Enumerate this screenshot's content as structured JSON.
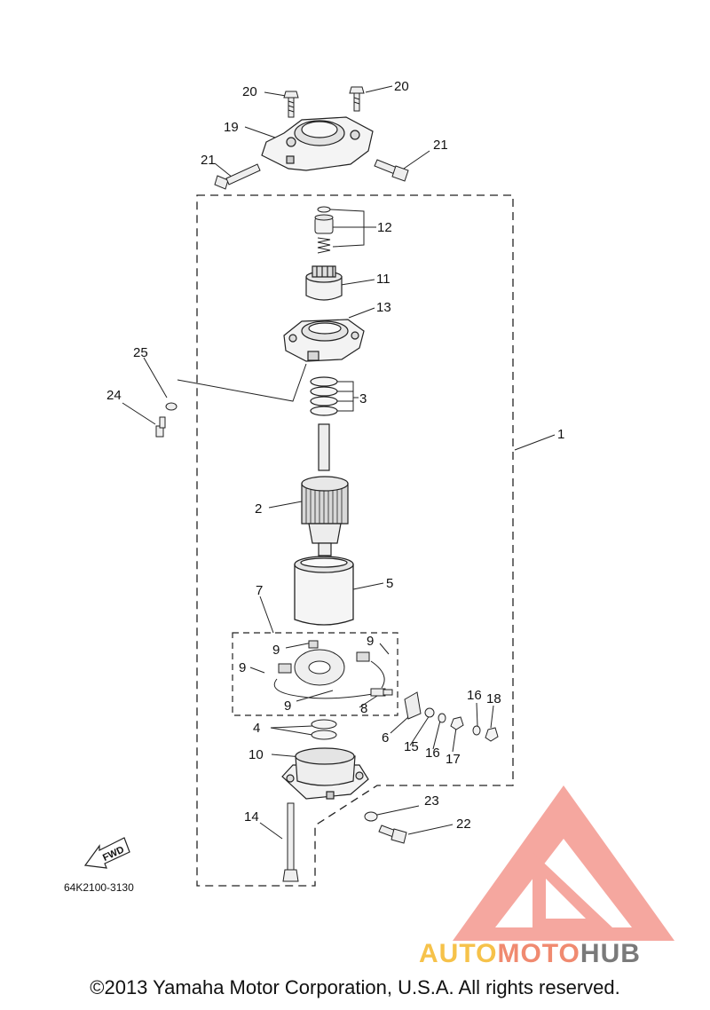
{
  "diagram": {
    "part_numbers": [
      "1",
      "2",
      "3",
      "4",
      "5",
      "6",
      "7",
      "8",
      "9",
      "10",
      "11",
      "12",
      "13",
      "14",
      "15",
      "16",
      "17",
      "18",
      "19",
      "20",
      "21",
      "22",
      "23",
      "24",
      "25"
    ],
    "labels": {
      "n20a": "20",
      "n20b": "20",
      "n19": "19",
      "n21a": "21",
      "n21b": "21",
      "n12": "12",
      "n11": "11",
      "n13": "13",
      "n25": "25",
      "n24": "24",
      "n3": "3",
      "n1": "1",
      "n2": "2",
      "n5": "5",
      "n7": "7",
      "n9a": "9",
      "n9b": "9",
      "n9c": "9",
      "n9d": "9",
      "n8": "8",
      "n16a": "16",
      "n18": "18",
      "n6": "6",
      "n15": "15",
      "n16b": "16",
      "n17": "17",
      "n4": "4",
      "n10": "10",
      "n23": "23",
      "n22": "22",
      "n14": "14"
    },
    "fwd": "FWD",
    "diagram_code": "64K2100-3130"
  },
  "footer": {
    "copyright": "©2013 Yamaha Motor Corporation, U.S.A. All rights reserved."
  },
  "watermark": {
    "part1": "AUTO",
    "part2": "MOTO",
    "part3": "HUB",
    "colors": {
      "auto": "#f6c24a",
      "moto": "#f08a70",
      "hub": "#7a7a7a",
      "logo": "#f28a80"
    }
  }
}
